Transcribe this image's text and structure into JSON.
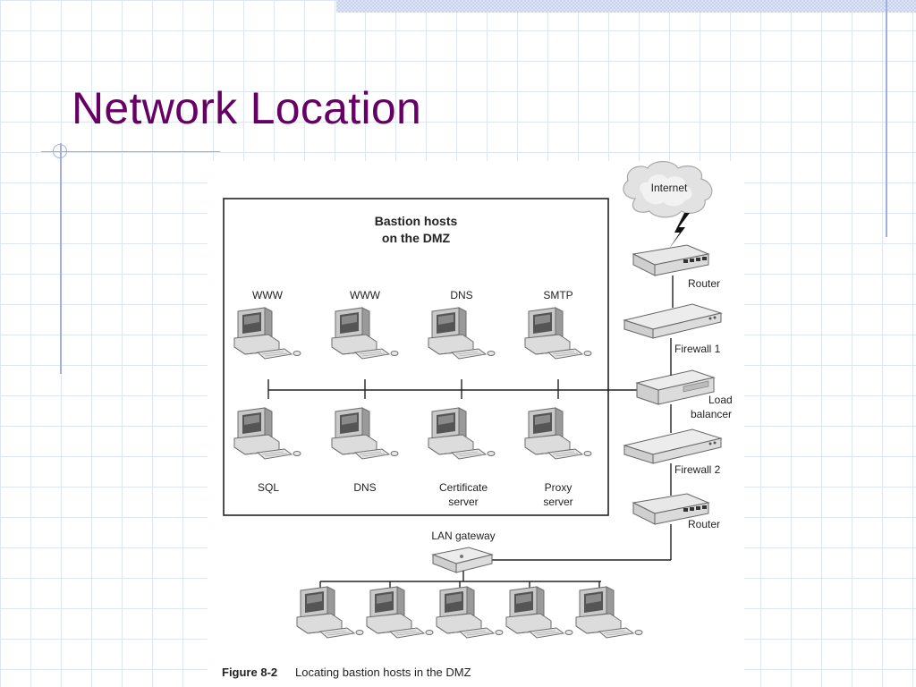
{
  "slide": {
    "title": "Network Location"
  },
  "diagram": {
    "dmz_box_title_line1": "Bastion hosts",
    "dmz_box_title_line2": "on the DMZ",
    "top_hosts": [
      "WWW",
      "WWW",
      "DNS",
      "SMTP"
    ],
    "bottom_hosts": [
      {
        "line1": "SQL",
        "line2": ""
      },
      {
        "line1": "DNS",
        "line2": ""
      },
      {
        "line1": "Certificate",
        "line2": "server"
      },
      {
        "line1": "Proxy",
        "line2": "server"
      }
    ],
    "internet_label": "Internet",
    "router_top_label": "Router",
    "firewall1_label": "Firewall 1",
    "load_balancer_line1": "Load",
    "load_balancer_line2": "balancer",
    "firewall2_label": "Firewall 2",
    "router_bottom_label": "Router",
    "lan_gateway_label": "LAN gateway",
    "lan_workstation_count": 5,
    "caption_figure": "Figure 8-2",
    "caption_text": "Locating bastion hosts in the DMZ"
  }
}
